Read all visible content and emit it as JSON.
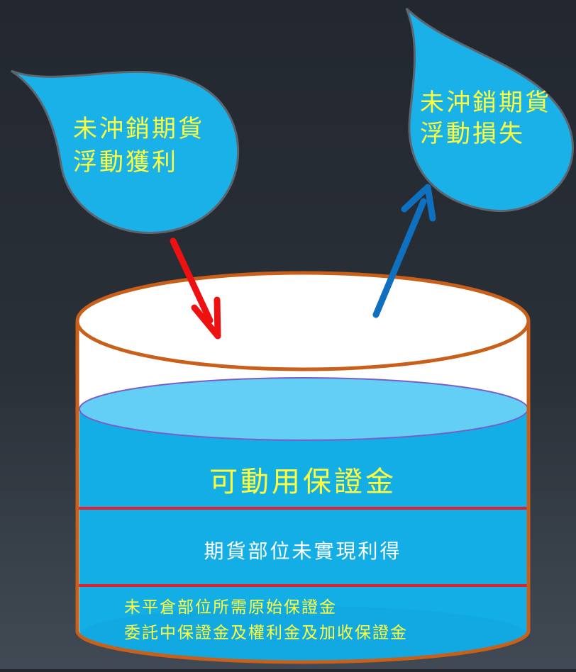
{
  "drops": {
    "gain": {
      "line1": "未沖銷期貨",
      "line2": "浮動獲利"
    },
    "loss": {
      "line1": "未沖銷期貨",
      "line2": "浮動損失"
    }
  },
  "tank": {
    "available_margin": "可動用保證金",
    "unrealized_profit": "期貨部位未實現利得",
    "initial_margin_line1": "未平倉部位所需原始保證金",
    "initial_margin_line2": "委託中保證金及權利金及加收保證金"
  },
  "colors": {
    "drop_fill": "#1ab0e8",
    "water": "#14aee6",
    "water_surface": "#63cff4",
    "tank_rim": "#c8601a",
    "divider": "#e5202e",
    "gain_arrow": "#ee1111",
    "loss_arrow": "#1070c0",
    "label_yellow": "#ffff3c",
    "label_white": "#ffffff"
  },
  "icons": {
    "gain_arrow": "arrow-down-right",
    "loss_arrow": "arrow-up-right"
  }
}
